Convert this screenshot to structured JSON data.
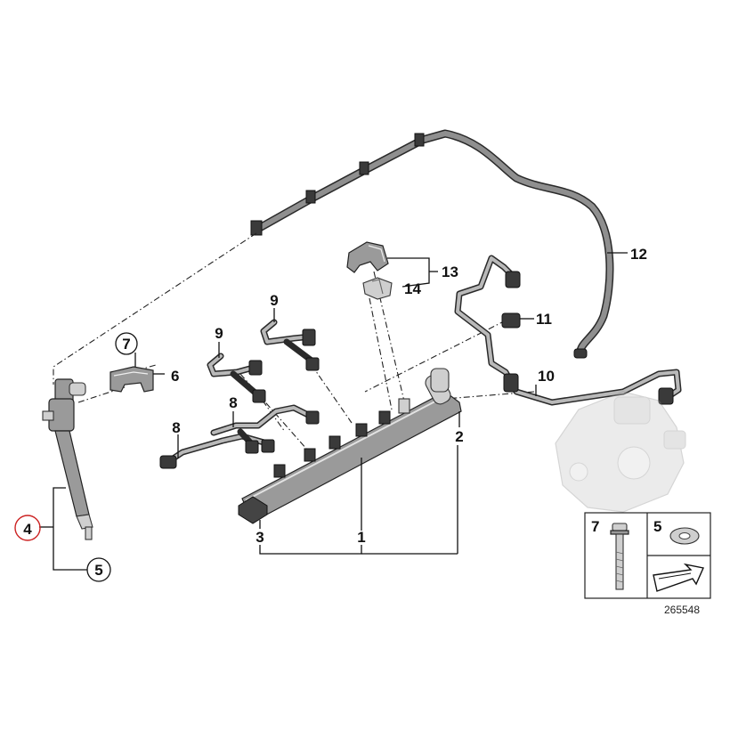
{
  "callouts": {
    "c1": "1",
    "c2": "2",
    "c3": "3",
    "c4": "4",
    "c5": "5",
    "c6": "6",
    "c7": "7",
    "c8a": "8",
    "c8b": "8",
    "c9a": "9",
    "c9b": "9",
    "c10": "10",
    "c11": "11",
    "c12": "12",
    "c13": "13",
    "c14": "14"
  },
  "legend": {
    "item_a": "7",
    "item_b": "5"
  },
  "diagram_number": "265548",
  "colors": {
    "part_dark": "#3a3a3a",
    "part_mid": "#9a9a9a",
    "part_light": "#cfcfcf",
    "highlight": "#cc2222"
  }
}
